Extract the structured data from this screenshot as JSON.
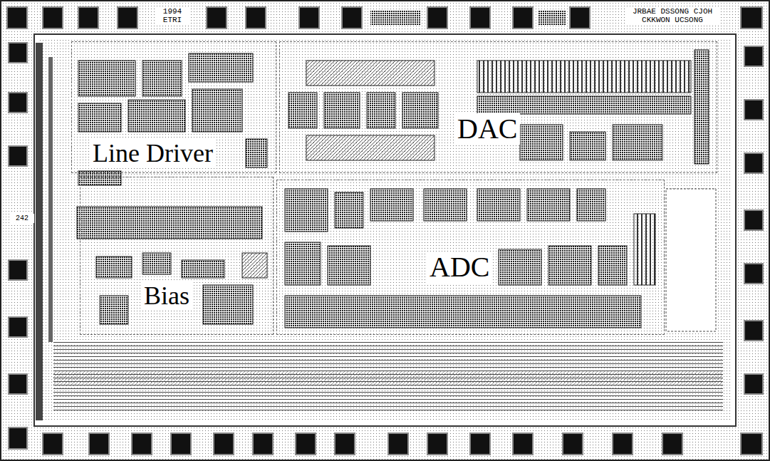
{
  "diagram": {
    "nodes": [
      {
        "text": [
          "Line Driver"
        ]
      },
      {
        "text": [
          "DAC"
        ]
      },
      {
        "text": [
          "Bias"
        ]
      },
      {
        "text": [
          "ADC"
        ]
      }
    ],
    "labels": [
      "1994 ETRI",
      "JRBAE DSSONG CJOH CKKWON UCSONG",
      "242"
    ]
  }
}
